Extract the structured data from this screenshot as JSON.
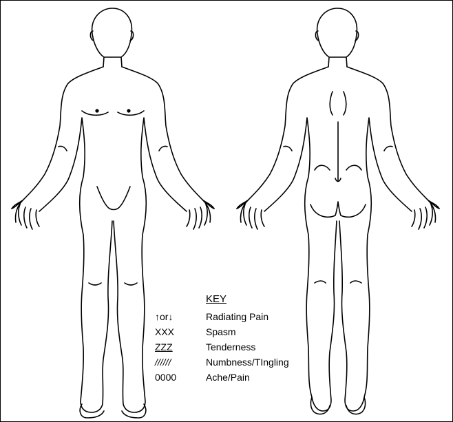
{
  "key": {
    "title": "KEY",
    "items": [
      {
        "symbol": "↑or↓",
        "label": "Radiating Pain"
      },
      {
        "symbol": "XXX",
        "label": "Spasm"
      },
      {
        "symbol": "ZZZ",
        "label": "Tenderness"
      },
      {
        "symbol": "//////",
        "label": "Numbness/TIngling"
      },
      {
        "symbol": "0000",
        "label": "Ache/Pain"
      }
    ]
  },
  "colors": {
    "line": "#000000",
    "background": "#ffffff"
  }
}
